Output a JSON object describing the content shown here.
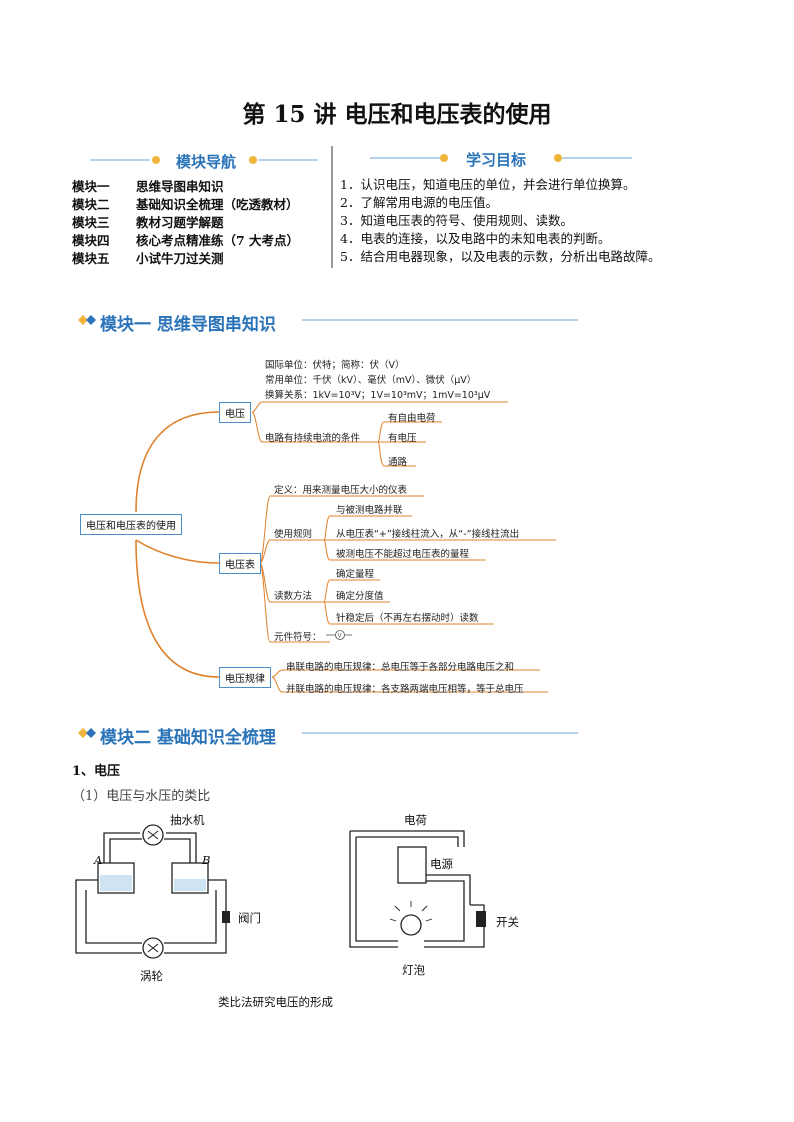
{
  "title": "第 15 讲  电压和电压表的使用",
  "nav": {
    "heading": "模块导航",
    "items": [
      {
        "key": "模块一",
        "text": "思维导图串知识"
      },
      {
        "key": "模块二",
        "text": "基础知识全梳理（吃透教材）"
      },
      {
        "key": "模块三",
        "text": "教材习题学解题"
      },
      {
        "key": "模块四",
        "text": "核心考点精准练（7 大考点）"
      },
      {
        "key": "模块五",
        "text": "小试牛刀过关测"
      }
    ]
  },
  "goals": {
    "heading": "学习目标",
    "items": [
      "1．认识电压，知道电压的单位，并会进行单位换算。",
      "2．了解常用电源的电压值。",
      "3．知道电压表的符号、使用规则、读数。",
      "4．电表的连接，以及电路中的未知电表的判断。",
      "5．结合用电器现象，以及电表的示数，分析出电路故障。"
    ]
  },
  "section1": {
    "heading": "模块一 思维导图串知识"
  },
  "mindmap": {
    "root": "电压和电压表的使用",
    "voltage": {
      "label": "电压",
      "unit_si": "国际单位：伏特；简称：伏（V）",
      "unit_common": "常用单位：千伏（kV）、毫伏（mV）、微伏（μV）",
      "conversion": "换算关系：1kV=10³V；1V=10³mV；1mV=10³μV",
      "condition": "电路有持续电流的条件",
      "conditions": [
        "有自由电荷",
        "有电压",
        "通路"
      ]
    },
    "meter": {
      "label": "电压表",
      "definition": "定义：用来测量电压大小的仪表",
      "rules_label": "使用规则",
      "rules": [
        "与被测电路并联",
        "从电压表“+”接线柱流入，从“-”接线柱流出",
        "被测电压不能超过电压表的量程"
      ],
      "reading_label": "读数方法",
      "reading": [
        "确定量程",
        "确定分度值",
        "针稳定后（不再左右摆动时）读数"
      ],
      "symbol": "元件符号："
    },
    "law": {
      "label": "电压规律",
      "series": "串联电路的电压规律：总电压等于各部分电路电压之和",
      "parallel": "并联电路的电压规律：各支路两端电压相等，等于总电压"
    }
  },
  "section2": {
    "heading": "模块二 基础知识全梳理"
  },
  "part1": {
    "heading": "1、电压",
    "sub": "（1）电压与水压的类比"
  },
  "figure": {
    "pump": "抽水机",
    "a": "A",
    "b": "B",
    "valve": "阀门",
    "turbine": "涡轮",
    "charge": "电荷",
    "source": "电源",
    "switch": "开关",
    "bulb": "灯泡",
    "caption": "类比法研究电压的形成"
  },
  "colors": {
    "accent": "#2a73b8",
    "branch": "#e0822c",
    "node_border": "#4a8fc9",
    "dot": "#f0b43a"
  }
}
